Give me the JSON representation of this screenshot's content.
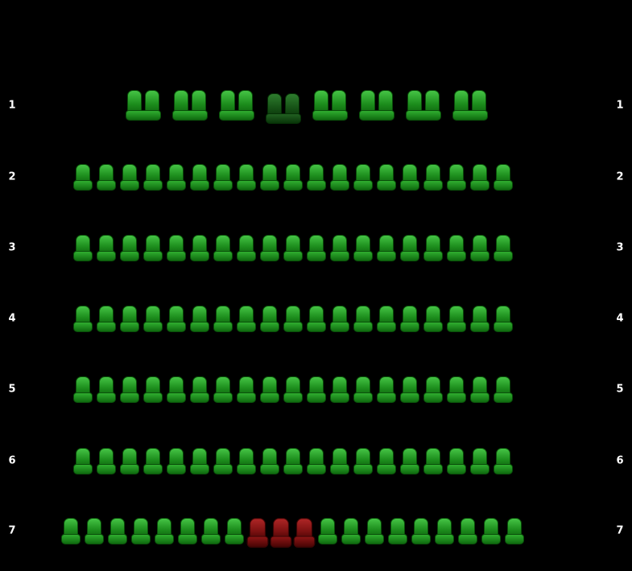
{
  "hall": {
    "background_color": "#000000",
    "seat_state_colors": {
      "available": "#2ea82e",
      "dim": "#2e7c2e",
      "occupied": "#8d1515"
    },
    "rows": [
      {
        "label": "1",
        "seat_type": "double",
        "seats": [
          "available",
          "available",
          "available",
          "dim",
          "available",
          "available",
          "available",
          "available"
        ]
      },
      {
        "label": "2",
        "seat_type": "single",
        "seats": [
          "available",
          "available",
          "available",
          "available",
          "available",
          "available",
          "available",
          "available",
          "available",
          "available",
          "available",
          "available",
          "available",
          "available",
          "available",
          "available",
          "available",
          "available",
          "available"
        ]
      },
      {
        "label": "3",
        "seat_type": "single",
        "seats": [
          "available",
          "available",
          "available",
          "available",
          "available",
          "available",
          "available",
          "available",
          "available",
          "available",
          "available",
          "available",
          "available",
          "available",
          "available",
          "available",
          "available",
          "available",
          "available"
        ]
      },
      {
        "label": "4",
        "seat_type": "single",
        "seats": [
          "available",
          "available",
          "available",
          "available",
          "available",
          "available",
          "available",
          "available",
          "available",
          "available",
          "available",
          "available",
          "available",
          "available",
          "available",
          "available",
          "available",
          "available",
          "available"
        ]
      },
      {
        "label": "5",
        "seat_type": "single",
        "seats": [
          "available",
          "available",
          "available",
          "available",
          "available",
          "available",
          "available",
          "available",
          "available",
          "available",
          "available",
          "available",
          "available",
          "available",
          "available",
          "available",
          "available",
          "available",
          "available"
        ]
      },
      {
        "label": "6",
        "seat_type": "single",
        "seats": [
          "available",
          "available",
          "available",
          "available",
          "available",
          "available",
          "available",
          "available",
          "available",
          "available",
          "available",
          "available",
          "available",
          "available",
          "available",
          "available",
          "available",
          "available",
          "available"
        ]
      },
      {
        "label": "7",
        "seat_type": "single",
        "seats": [
          "available",
          "available",
          "available",
          "available",
          "available",
          "available",
          "available",
          "available",
          "occupied",
          "occupied",
          "occupied",
          "available",
          "available",
          "available",
          "available",
          "available",
          "available",
          "available",
          "available",
          "available"
        ]
      }
    ]
  }
}
